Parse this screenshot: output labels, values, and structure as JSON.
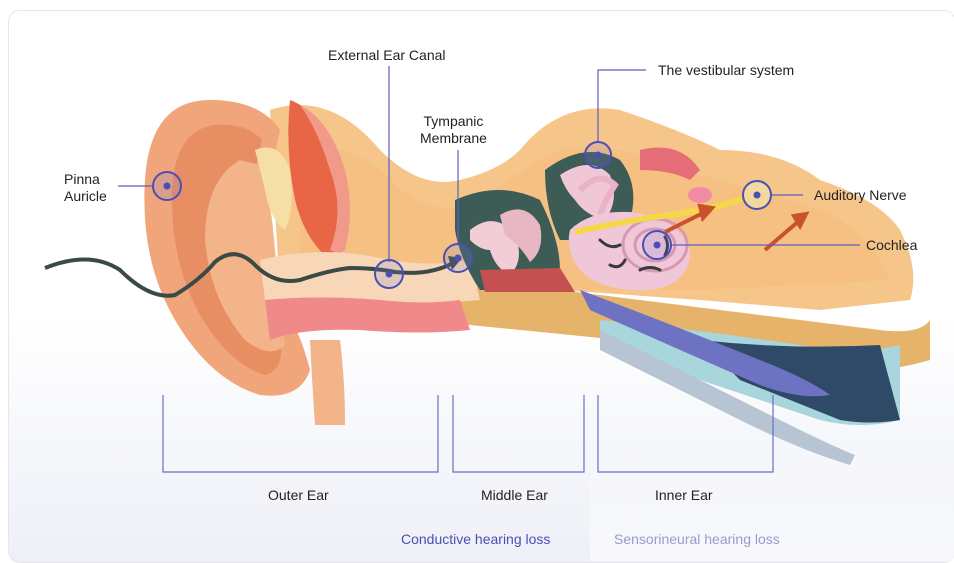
{
  "labels": {
    "pinna_line1": "Pinna",
    "pinna_line2": "Auricle",
    "external_ear_canal": "External Ear Canal",
    "tympanic_line1": "Tympanic",
    "tympanic_line2": "Membrane",
    "vestibular_system": "The vestibular system",
    "auditory_nerve": "Auditory Nerve",
    "cochlea": "Cochlea"
  },
  "sections": {
    "outer_ear": "Outer Ear",
    "middle_ear": "Middle Ear",
    "inner_ear": "Inner Ear"
  },
  "hearing_loss": {
    "conductive": "Conductive hearing loss",
    "sensorineural": "Sensorineural hearing loss"
  },
  "colors": {
    "marker": "#4a4fb5",
    "conductive_text": "#4a4fb5",
    "sensorineural_text": "#9a9ad0",
    "bracket": "#6a6fc5"
  },
  "icons": [
    "marker-circle-icon",
    "sound-wave-icon",
    "signal-arrow-icon"
  ]
}
